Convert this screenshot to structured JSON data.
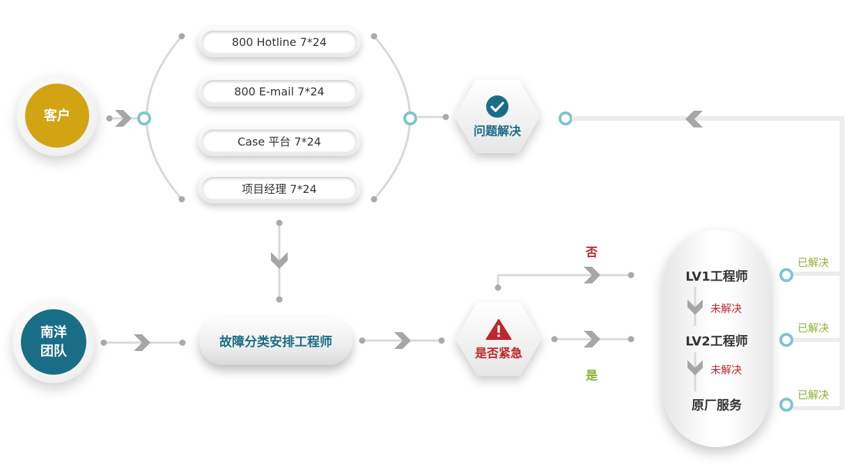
{
  "nodes": {
    "customer": "客户",
    "team_line1": "南洋",
    "team_line2": "团队",
    "dispatch": "故障分类安排工程师",
    "urgent": "是否紧急",
    "solved": "问题解决"
  },
  "channels": [
    "800 Hotline 7*24",
    "800 E-mail 7*24",
    "Case 平台 7*24",
    "项目经理 7*24"
  ],
  "decision": {
    "no": "否",
    "yes": "是"
  },
  "escalation": {
    "levels": [
      "LV1工程师",
      "LV2工程师",
      "原厂服务"
    ],
    "unresolved": [
      "未解决",
      "未解决"
    ],
    "resolved": [
      "已解决",
      "已解决",
      "已解决"
    ]
  },
  "colors": {
    "customer": "#d2a414",
    "team": "#1a6d87",
    "accent_teal": "#1a6d87",
    "connector_dot": "#7ec4cf",
    "warning_red": "#c0262d",
    "resolved_green": "#8cb032",
    "line_gray": "#d8d8d8",
    "arrow_gray": "#999999"
  },
  "icons": {
    "check": "check-circle-icon",
    "warning": "warning-triangle-icon"
  }
}
